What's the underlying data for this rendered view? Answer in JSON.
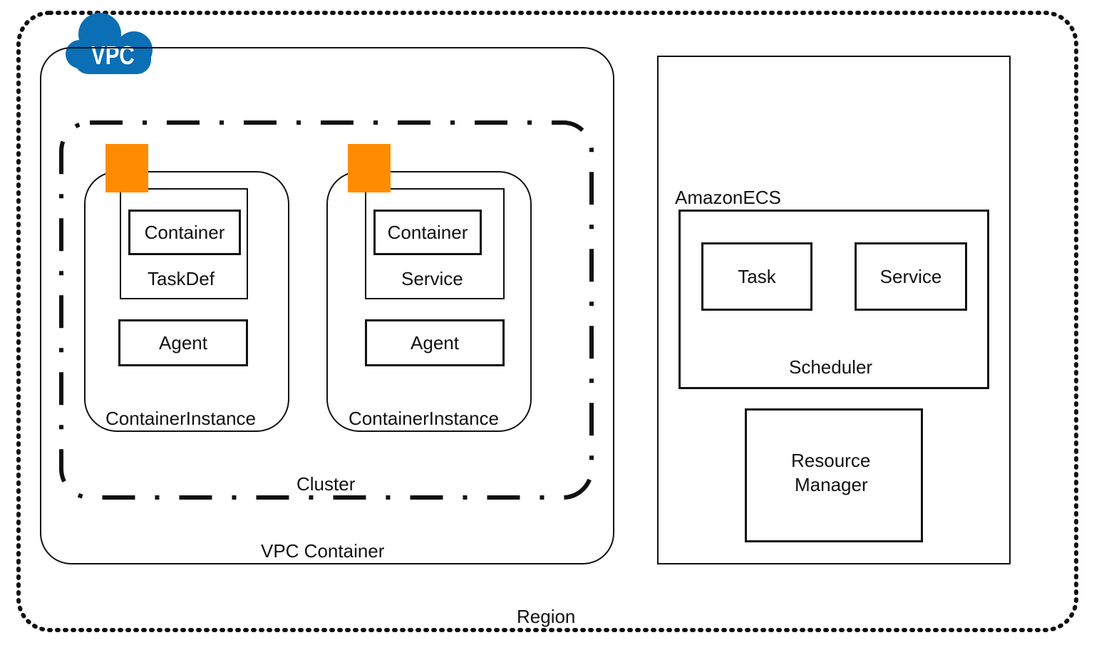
{
  "region": {
    "label": "Region"
  },
  "vpc": {
    "badge_text": "VPC",
    "container_label": "VPC Container",
    "badge_color": "#0a6fb5"
  },
  "cluster": {
    "label": "Cluster"
  },
  "instances": [
    {
      "label": "ContainerInstance",
      "inner_label": "TaskDef",
      "container_label": "Container",
      "agent_label": "Agent"
    },
    {
      "label": "ContainerInstance",
      "inner_label": "Service",
      "container_label": "Container",
      "agent_label": "Agent"
    }
  ],
  "ecs": {
    "title": "AmazonECS",
    "logo_color": "#f58536",
    "scheduler": {
      "label": "Scheduler",
      "task_label": "Task",
      "service_label": "Service"
    },
    "resource_manager": {
      "line1": "Resource",
      "line2": "Manager"
    }
  },
  "colors": {
    "instance_tag": "#ff8c00"
  }
}
